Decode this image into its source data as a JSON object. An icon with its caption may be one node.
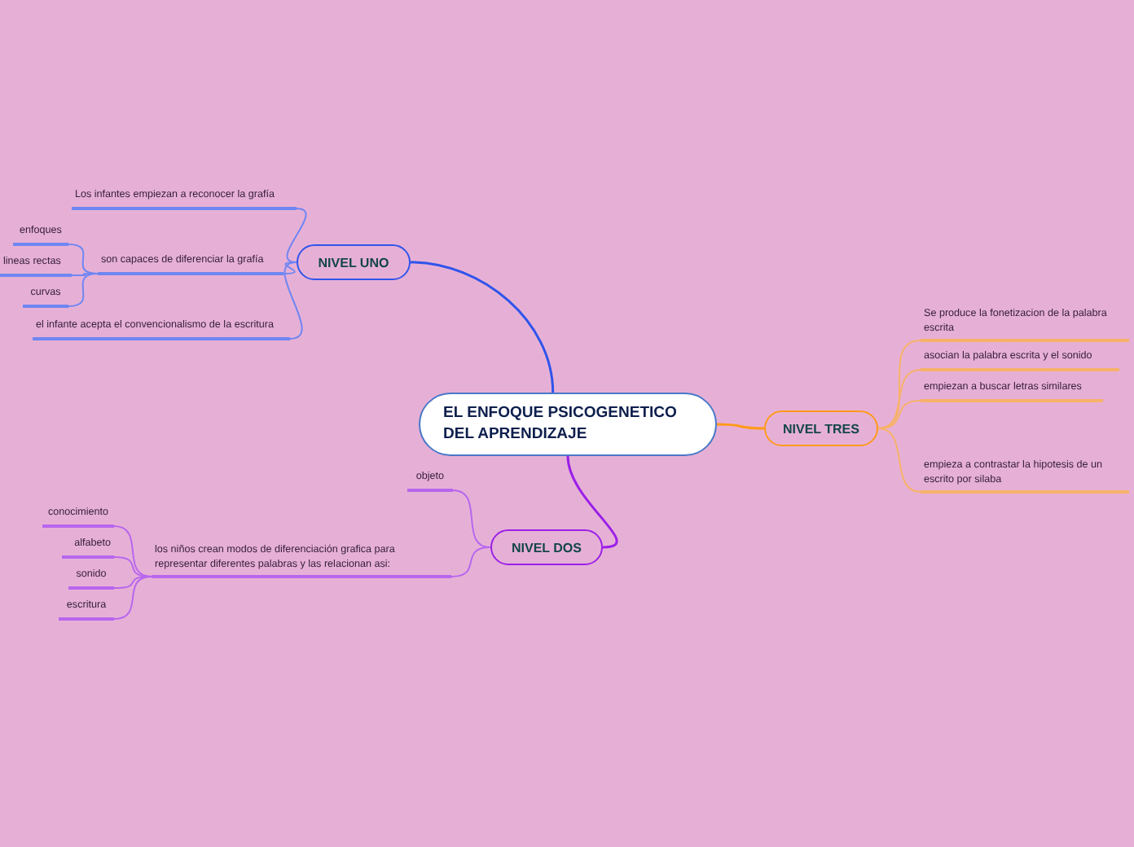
{
  "diagram": {
    "nodes": [
      {
        "text": [
          "EL ENFOQUE PSICOGENETICO DEL APRENDIZAJE"
        ]
      },
      {
        "text": [
          "NIVEL UNO"
        ]
      },
      {
        "text": [
          "Los infantes empiezan a reconocer la grafía"
        ]
      },
      {
        "text": [
          "son capaces de diferenciar la grafía"
        ]
      },
      {
        "text": [
          "enfoques"
        ]
      },
      {
        "text": [
          "lineas rectas"
        ]
      },
      {
        "text": [
          "curvas"
        ]
      },
      {
        "text": [
          "el infante acepta el convencionalismo de la escritura"
        ]
      },
      {
        "text": [
          "NIVEL DOS"
        ]
      },
      {
        "text": [
          "objeto"
        ]
      },
      {
        "text": [
          "los niños crean modos de diferenciación grafica para representar diferentes palabras y las relacionan asi:"
        ]
      },
      {
        "text": [
          "conocimiento"
        ]
      },
      {
        "text": [
          "alfabeto"
        ]
      },
      {
        "text": [
          "sonido"
        ]
      },
      {
        "text": [
          "escritura"
        ]
      },
      {
        "text": [
          "NIVEL TRES"
        ]
      },
      {
        "text": [
          "Se produce la fonetizacion de la palabra escrita"
        ]
      },
      {
        "text": [
          "asocian la palabra escrita y el sonido"
        ]
      },
      {
        "text": [
          "empiezan a buscar letras similares"
        ]
      },
      {
        "text": [
          "empieza a contrastar la hipotesis de un escrito por silaba"
        ]
      }
    ],
    "edges": [
      {
        "from": 0,
        "to": 1,
        "arrow": "none",
        "color": "#2f54eb"
      },
      {
        "from": 1,
        "to": 2,
        "arrow": "none",
        "color": "#6f86f2"
      },
      {
        "from": 1,
        "to": 3,
        "arrow": "none",
        "color": "#6f86f2"
      },
      {
        "from": 3,
        "to": 4,
        "arrow": "none",
        "color": "#6f86f2"
      },
      {
        "from": 3,
        "to": 5,
        "arrow": "none",
        "color": "#6f86f2"
      },
      {
        "from": 3,
        "to": 6,
        "arrow": "none",
        "color": "#6f86f2"
      },
      {
        "from": 1,
        "to": 7,
        "arrow": "none",
        "color": "#6f86f2"
      },
      {
        "from": 0,
        "to": 8,
        "arrow": "none",
        "color": "#9b1fe8"
      },
      {
        "from": 8,
        "to": 9,
        "arrow": "none",
        "color": "#b866ee"
      },
      {
        "from": 8,
        "to": 10,
        "arrow": "none",
        "color": "#b866ee"
      },
      {
        "from": 10,
        "to": 11,
        "arrow": "none",
        "color": "#b866ee"
      },
      {
        "from": 10,
        "to": 12,
        "arrow": "none",
        "color": "#b866ee"
      },
      {
        "from": 10,
        "to": 13,
        "arrow": "none",
        "color": "#b866ee"
      },
      {
        "from": 10,
        "to": 14,
        "arrow": "none",
        "color": "#b866ee"
      },
      {
        "from": 0,
        "to": 15,
        "arrow": "none",
        "color": "#ff9a1a"
      },
      {
        "from": 15,
        "to": 16,
        "arrow": "none",
        "color": "#f7b26a"
      },
      {
        "from": 15,
        "to": 17,
        "arrow": "none",
        "color": "#f7b26a"
      },
      {
        "from": 15,
        "to": 18,
        "arrow": "none",
        "color": "#f7b26a"
      },
      {
        "from": 15,
        "to": 19,
        "arrow": "none",
        "color": "#f7b26a"
      }
    ]
  }
}
